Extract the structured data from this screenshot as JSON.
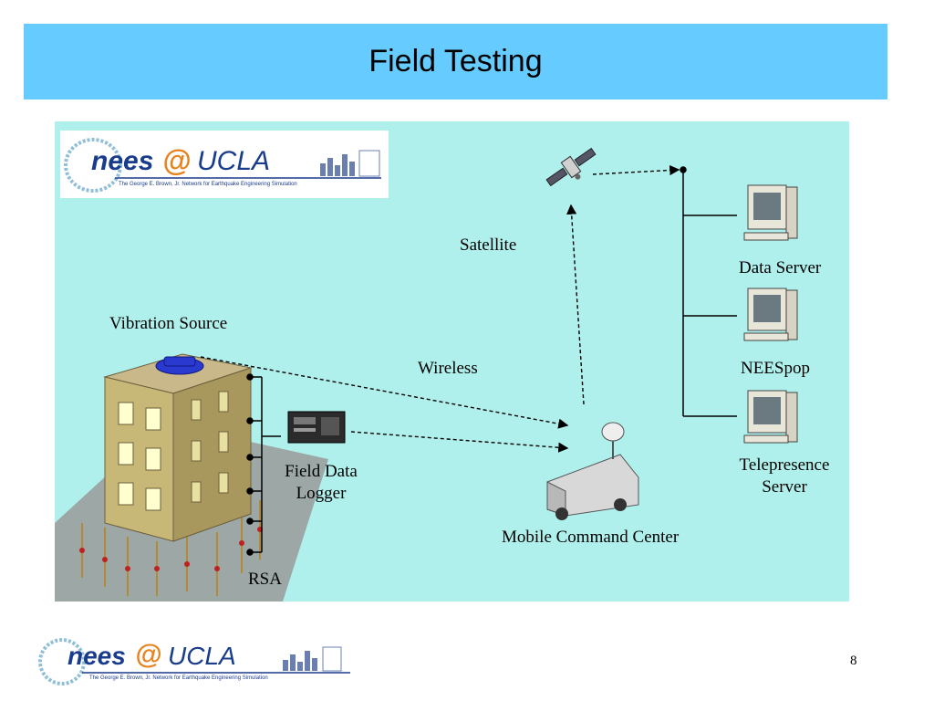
{
  "slide": {
    "title": "Field Testing",
    "page_number": "8"
  },
  "diagram": {
    "labels": {
      "satellite": "Satellite",
      "vibration_source": "Vibration Source",
      "wireless": "Wireless",
      "field_data_logger_line1": "Field Data",
      "field_data_logger_line2": "Logger",
      "rsa": "RSA",
      "mobile_command_center": "Mobile Command Center",
      "data_server": "Data Server",
      "neespop": "NEESpop",
      "telepresence_line1": "Telepresence",
      "telepresence_line2": "Server"
    },
    "background_color": "#b0f0ec"
  },
  "logo": {
    "word_nees": "nees",
    "word_at": "@",
    "word_ucla": "UCLA",
    "subtitle": "The George E. Brown, Jr. Network for Earthquake Engineering Simulation",
    "brand_blue": "#1a3c8c",
    "brand_orange": "#e8821e"
  }
}
